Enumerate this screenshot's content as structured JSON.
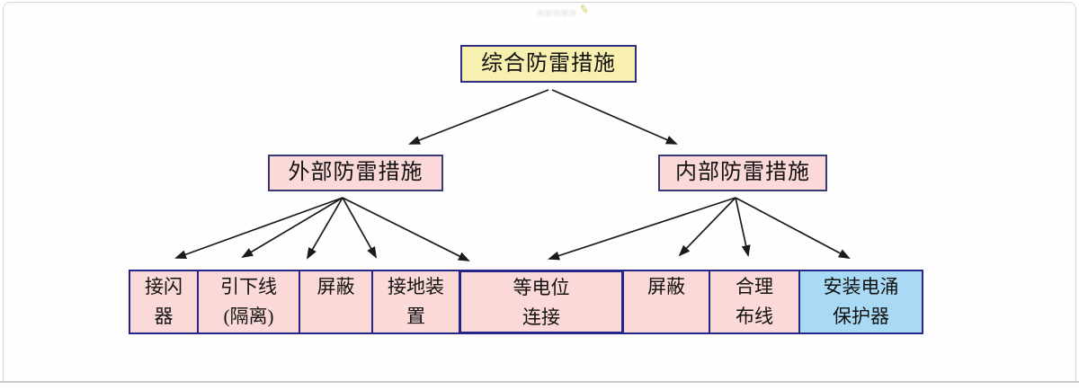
{
  "diagram": {
    "root": {
      "label": "综合防雷措施"
    },
    "branches": {
      "external": {
        "label": "外部防雷措施"
      },
      "internal": {
        "label": "内部防雷措施"
      }
    },
    "leaves": [
      {
        "text": "接闪\n器",
        "parent": "external"
      },
      {
        "text": "引下线\n(隔离)",
        "parent": "external"
      },
      {
        "text": "屏蔽",
        "parent": "external"
      },
      {
        "text": "接地装\n置",
        "parent": "external"
      },
      {
        "text": "等电位\n连接",
        "parent": "external+internal"
      },
      {
        "text": "屏蔽",
        "parent": "internal"
      },
      {
        "text": "合理\n布线",
        "parent": "internal"
      },
      {
        "text": "安装电涌\n保护器",
        "parent": "internal"
      }
    ]
  },
  "watermark": {
    "icon": "pencil-icon",
    "glyph": "✎"
  },
  "colors": {
    "root_fill": "#f8f0ae",
    "branch_fill": "#fbd9d9",
    "leaf_fill": "#fbd9d9",
    "highlight_leaf_fill": "#a9daf5",
    "node_border": "#26268a",
    "arrow": "#1a1a1a",
    "frame_border": "#d9d9d9"
  }
}
